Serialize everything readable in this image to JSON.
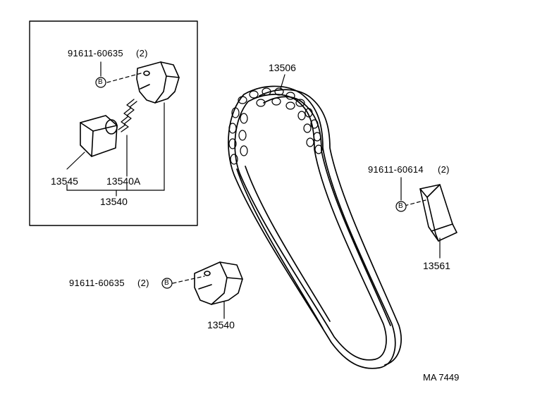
{
  "diagram": {
    "inset_box": {
      "bolt_part": "91611-60635",
      "bolt_qty": "(2)",
      "bolt_badge": "B",
      "parts": [
        {
          "number": "13545"
        },
        {
          "number": "13540A"
        }
      ],
      "assembly": "13540"
    },
    "chain": {
      "number": "13506"
    },
    "damper": {
      "bolt_part": "91611-60614",
      "bolt_qty": "(2)",
      "bolt_badge": "B",
      "number": "13561"
    },
    "tensioner": {
      "bolt_part": "91611-60635",
      "bolt_qty": "(2)",
      "bolt_badge": "B",
      "number": "13540"
    },
    "figure_code": "MA 7449"
  },
  "colors": {
    "ink": "#000000",
    "paper": "#ffffff"
  }
}
